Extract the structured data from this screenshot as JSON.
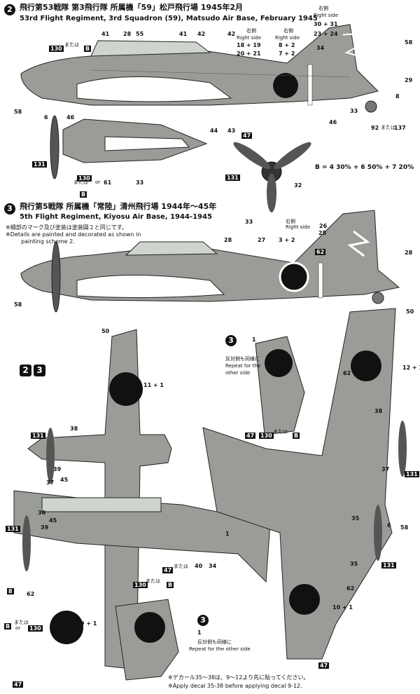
{
  "scheme2": {
    "number": "2",
    "title_jp": "飛行第53戦隊 第3飛行隊 所属機「59」松戸飛行場 1945年2月",
    "title_en": "53rd Flight Regiment, 3rd Squadron (59), Matsudo Air Base, February 1945",
    "right_side_jp": "右側",
    "right_side_en": "Right side",
    "mix_label": "B = 4 30% + 6 50% + 7 20%"
  },
  "scheme3": {
    "number": "3",
    "title_jp": "飛行第5戦隊 所属機「常陸」清州飛行場 1944年〜45年",
    "title_en": "5th Flight Regiment, Kiyosu Air Base, 1944-1945",
    "note_jp": "※細部のマーク及び塗装は塗装図２と同じです。",
    "note_en1": "※Details are painted and decorated as shown in",
    "note_en2": "painting scheme 2.",
    "right_side_jp": "右側",
    "right_side_en": "Right side"
  },
  "combined": {
    "n1": "2",
    "n2": "3"
  },
  "repeat": {
    "jp": "反対側も同様に",
    "en1": "Repeat for the",
    "en2": "other side",
    "en_full": "Repeat for the other side"
  },
  "or_label": {
    "jp": "または",
    "en": "or"
  },
  "tail_code": "59",
  "callouts_top": [
    "41",
    "28",
    "55",
    "41",
    "42",
    "42",
    "34",
    "58",
    "29",
    "8",
    "33",
    "92",
    "137",
    "130",
    "B",
    "6",
    "46",
    "58",
    "44",
    "43",
    "47",
    "46",
    "131",
    "130",
    "B",
    "61",
    "33",
    "131",
    "32"
  ],
  "compound": {
    "c1": "18 + 19",
    "c2": "20 + 21",
    "c3": "8 + 2",
    "c4": "7 + 2",
    "c5": "30 + 31",
    "c6": "23 + 24",
    "c7": "3 + 2",
    "c8": "11 + 1",
    "c9": "12 + 1",
    "c10": "9 + 1",
    "c11": "10 + 1",
    "c12": "26"
  },
  "callouts_mid": [
    "33",
    "28",
    "27",
    "25",
    "62",
    "28",
    "58",
    "50",
    "1"
  ],
  "callouts_bottom": [
    "50",
    "38",
    "131",
    "39",
    "45",
    "37",
    "36",
    "45",
    "39",
    "131",
    "8",
    "62",
    "B",
    "130",
    "47",
    "47",
    "40",
    "34",
    "130",
    "B",
    "1",
    "62",
    "38",
    "47",
    "130",
    "B",
    "37",
    "131",
    "35",
    "6",
    "58",
    "35",
    "131",
    "62",
    "47"
  ],
  "footnote": {
    "jp": "※デカール35〜38は、9〜12より先に貼ってください。",
    "en": "※Apply decal 35-38 before applying decal 9-12."
  }
}
